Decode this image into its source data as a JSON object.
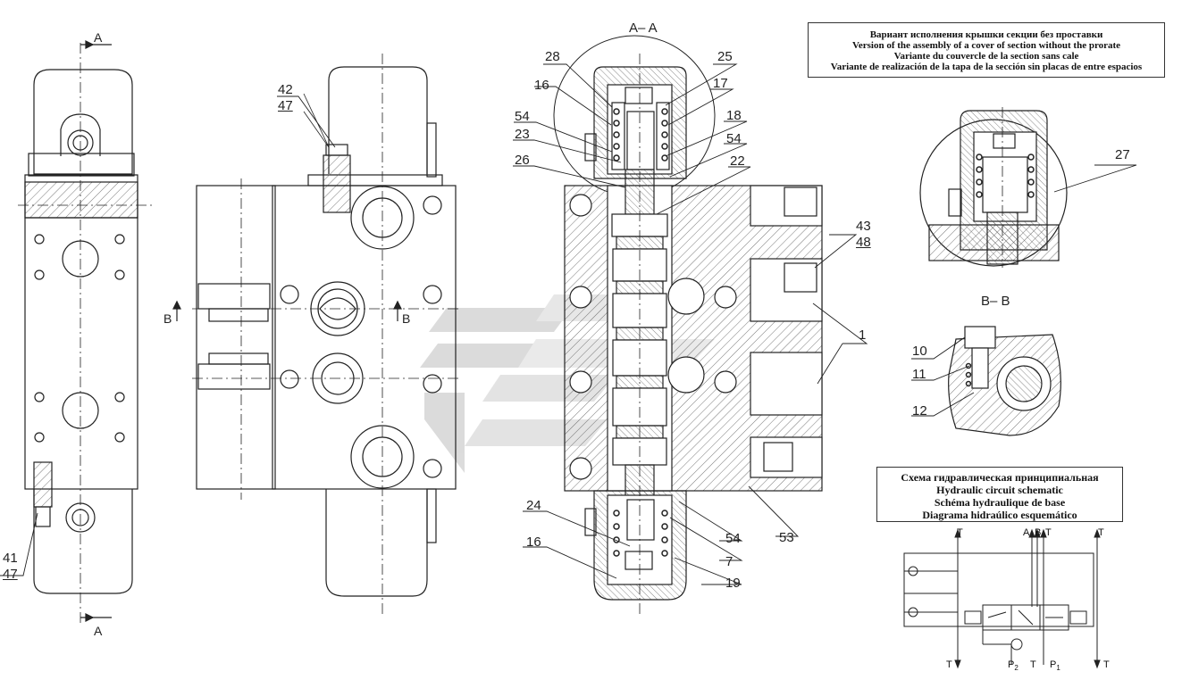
{
  "section_labels": {
    "aa_title": "A– A",
    "bb_title": "B– B",
    "a_top": "A",
    "a_bottom": "A",
    "b_left": "B",
    "b_right": "B"
  },
  "callouts": {
    "c42": "42",
    "c47a": "47",
    "c41": "41",
    "c47b": "47",
    "c28": "28",
    "c25": "25",
    "c16a": "16",
    "c17": "17",
    "c54a": "54",
    "c18": "18",
    "c23": "23",
    "c54b": "54",
    "c26": "26",
    "c22": "22",
    "c43": "43",
    "c48": "48",
    "c1": "1",
    "c24": "24",
    "c54c": "54",
    "c16b": "16",
    "c7": "7",
    "c19": "19",
    "c53": "53",
    "c27": "27",
    "c10": "10",
    "c11": "11",
    "c12": "12"
  },
  "variant_note": {
    "line_ru": "Вариант исполнения крышки секции без проставки",
    "line_en": "Version of the assembly of a cover of section without the prorate",
    "line_fr": "Variante du couvercle de la section sans cale",
    "line_es": "Variante de realización de la tapa de la sección sin placas de entre espacios"
  },
  "schematic": {
    "title_ru": "Схема гидравлическая принципиальная",
    "title_en": "Hydraulic circuit schematic",
    "title_fr": "Schéma hydraulique de base",
    "title_es": "Diagrama hidraúlico esquemático",
    "ports": {
      "t_top_left": "T",
      "a": "A",
      "b": "B",
      "t_top_mid": "T",
      "t_top_right": "T",
      "t_bot_left": "T",
      "p2": "P",
      "p2_sub": "2",
      "t_bot_mid": "T",
      "p1": "P",
      "p1_sub": "1",
      "t_bot_right": "T"
    }
  }
}
